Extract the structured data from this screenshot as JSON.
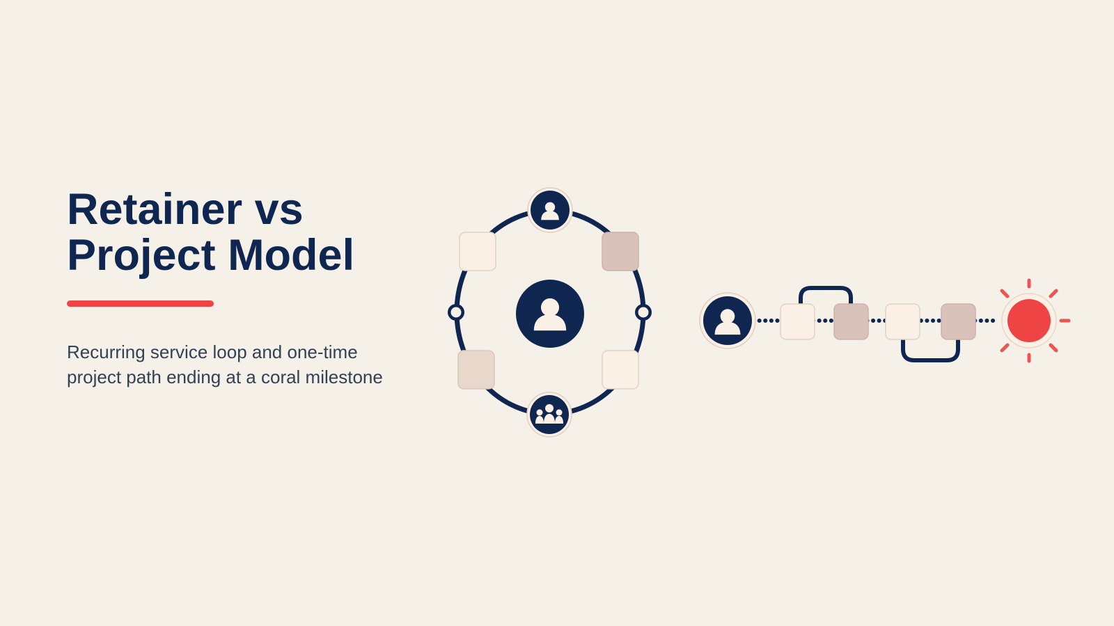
{
  "slide": {
    "title_line1": "Retainer vs",
    "title_line2": "Project Model",
    "subtitle": "Recurring service loop and one-time project path ending at a coral milestone"
  },
  "colors": {
    "background": "#f5f0e8",
    "navy": "#0f2650",
    "coral": "#ef4444",
    "tile_light": "#fbf0e6",
    "tile_mid": "#e8d8cc",
    "tile_dark": "#d9c2ba",
    "node_ring": "#fbf0e6"
  },
  "retainer_loop": {
    "center_icon": "person-icon",
    "top_icon": "person-icon",
    "bottom_icon": "team-icon",
    "tiles": [
      "light",
      "dark",
      "mid",
      "light"
    ]
  },
  "project_path": {
    "start_icon": "person-icon",
    "steps": [
      "light",
      "dark",
      "light",
      "dark"
    ],
    "end_marker": "coral-sun-icon"
  }
}
